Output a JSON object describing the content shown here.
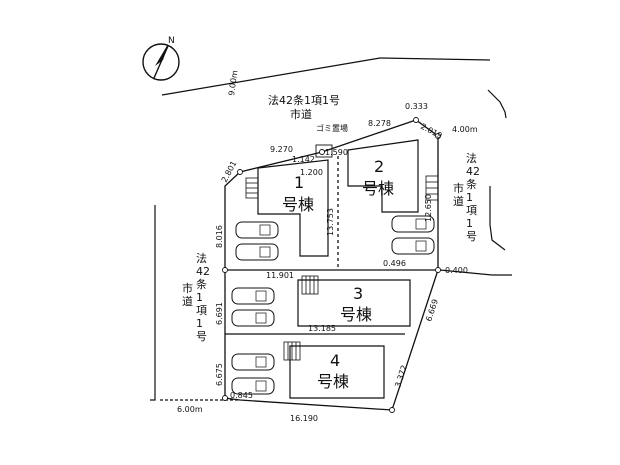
{
  "north_label": "N",
  "road_north": {
    "line1": "法42条1項1号",
    "line2": "市道",
    "width": "9.00m"
  },
  "road_east": {
    "width": "4.00m",
    "text": [
      "法",
      "42",
      "条",
      "1",
      "項",
      "1",
      "号"
    ],
    "text2": [
      "市",
      "道"
    ]
  },
  "road_west": {
    "width": "6.00m",
    "text": [
      "法",
      "42",
      "条",
      "1",
      "項",
      "1",
      "号"
    ],
    "text2": [
      "市",
      "道"
    ]
  },
  "garbage_label": "ゴミ置場",
  "units": [
    {
      "num": "1",
      "label": "号棟"
    },
    {
      "num": "2",
      "label": "号棟"
    },
    {
      "num": "3",
      "label": "号棟"
    },
    {
      "num": "4",
      "label": "号棟"
    }
  ],
  "dimensions": {
    "north_1": "9.270",
    "north_2": "8.278",
    "corner_ne": "0.333",
    "ne_edge": "2.019",
    "nw_corner": "2.801",
    "garbage_a": "1.142",
    "garbage_b": "1.200",
    "garbage_c": "1.590",
    "mid_1": "13.753",
    "mid_2": "12.650",
    "west_1": "8.016",
    "center_1": "11.901",
    "center_2": "0.496",
    "east_1": "0.400",
    "unit3_width": "13.185",
    "west_2": "6.691",
    "west_3": "6.675",
    "east_2": "6.669",
    "east_3": "3.372",
    "south": "16.190",
    "sw_small": "0.845"
  }
}
